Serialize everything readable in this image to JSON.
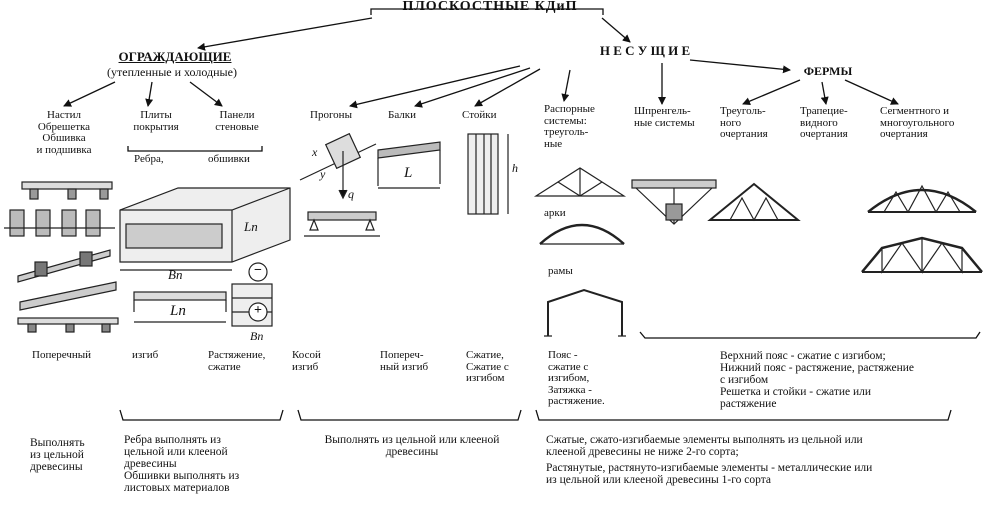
{
  "title": "ПЛОСКОСТНЫЕ КДиП",
  "enclosing": {
    "label": "ОГРАЖДАЮЩИЕ",
    "sub": "(утепленные и холодные)"
  },
  "bearing": {
    "label": "Н Е С У Щ И Е"
  },
  "trusses_label": "ФЕРМЫ",
  "categories": {
    "decking": "Настил\nОбрешетка\nОбшивка\nи подшивка",
    "slabs": "Плиты\nпокрытия",
    "panels": "Панели\nстеновые",
    "ribs": "Ребра,",
    "sheathing": "обшивки",
    "purlins": "Прогоны",
    "beams": "Балки",
    "posts": "Стойки",
    "thrust_systems": "Распорные\nсистемы:\nтреуголь-\nные",
    "arches": "арки",
    "frames": "рамы",
    "sprengel": "Шпренгель-\nные системы",
    "triangular": "Треуголь-\nного\nочертания",
    "trapezoidal": "Трапецие-\nвидного\nочертания",
    "segmental": "Сегментного и\nмногоугольного\nочертания"
  },
  "drawing_marks": {
    "bp1": "Вп",
    "lp1": "Lп",
    "lp2": "Lп",
    "bp2": "Вп",
    "lb": "L",
    "h": "h",
    "q": "q",
    "x": "x",
    "y": "y",
    "minus": "−",
    "plus": "+"
  },
  "stresses": {
    "transverse": "Поперечный",
    "bending": "изгиб",
    "tension_compression": "Растяжение,\nсжатие",
    "oblique": "Косой\nизгиб",
    "transverse_bending": "Попереч-\nный изгиб",
    "compression": "Сжатие,\nСжатие с\nизгибом",
    "chord": "Пояс -\nсжатие с\nизгибом,\nЗатяжка -\nрастяжение.",
    "truss_forces": "Верхний пояс - сжатие с изгибом;\nНижний пояс - растяжение, растяжение\n      с изгибом\nРешетка и стойки - сжатие или\nрастяжение"
  },
  "recommendations": {
    "solid": "Выполнять\nиз цельной\nдревесины",
    "ribs": "Ребра выполнять из\nцельной или клееной\nдревесины\nОбшивки выполнять из\nлистовых материалов",
    "solid_or_glued": "Выполнять из цельной или клееной\nдревесины",
    "grade2": "Сжатые, сжато-изгибаемые элементы выполнять из цельной или\nклееной древесины не ниже 2-го сорта;",
    "grade1": "Растянутые, растянуто-изгибаемые элементы - металлические или\nиз цельной или клееной древесины 1-го сорта"
  }
}
